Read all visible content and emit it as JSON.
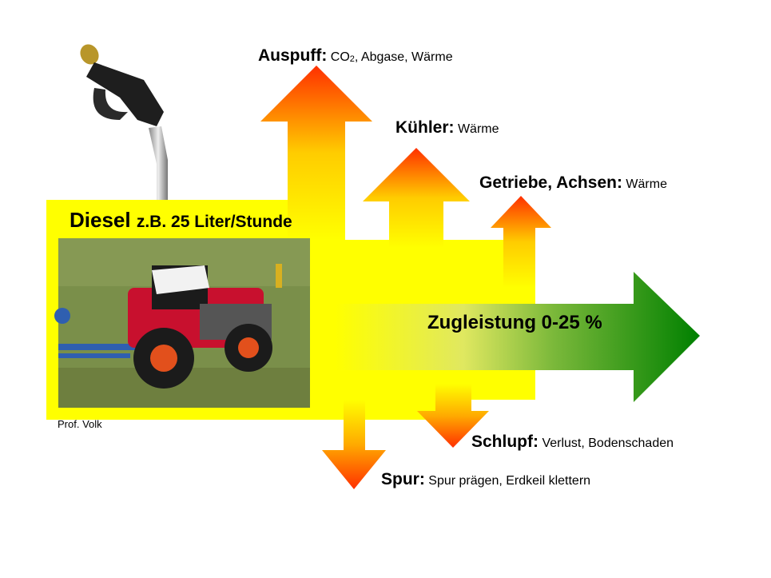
{
  "diesel": {
    "label": "Diesel",
    "detail": "z.B. 25 Liter/Stunde"
  },
  "credit": "Prof. Volk",
  "zugleistung": "Zugleistung 0-25 %",
  "outputs": {
    "auspuff": {
      "name": "Auspuff:",
      "detail_pre": "CO",
      "detail_sub": "2",
      "detail_post": ", Abgase, Wärme"
    },
    "kuehler": {
      "name": "Kühler:",
      "detail": "Wärme"
    },
    "getriebe": {
      "name": "Getriebe, Achsen:",
      "detail": "Wärme"
    },
    "schlupf": {
      "name": "Schlupf:",
      "detail": "Verlust, Bodenschaden"
    },
    "spur": {
      "name": "Spur:",
      "detail": "Spur prägen, Erdkeil klettern"
    }
  },
  "colors": {
    "flow": "#ffff00",
    "loss": "#ff3000",
    "output": "#008000",
    "field": "#7a8f4a",
    "tractor": "#c8102e"
  },
  "icons": [
    "fuel-nozzle-icon",
    "tractor-photo"
  ]
}
